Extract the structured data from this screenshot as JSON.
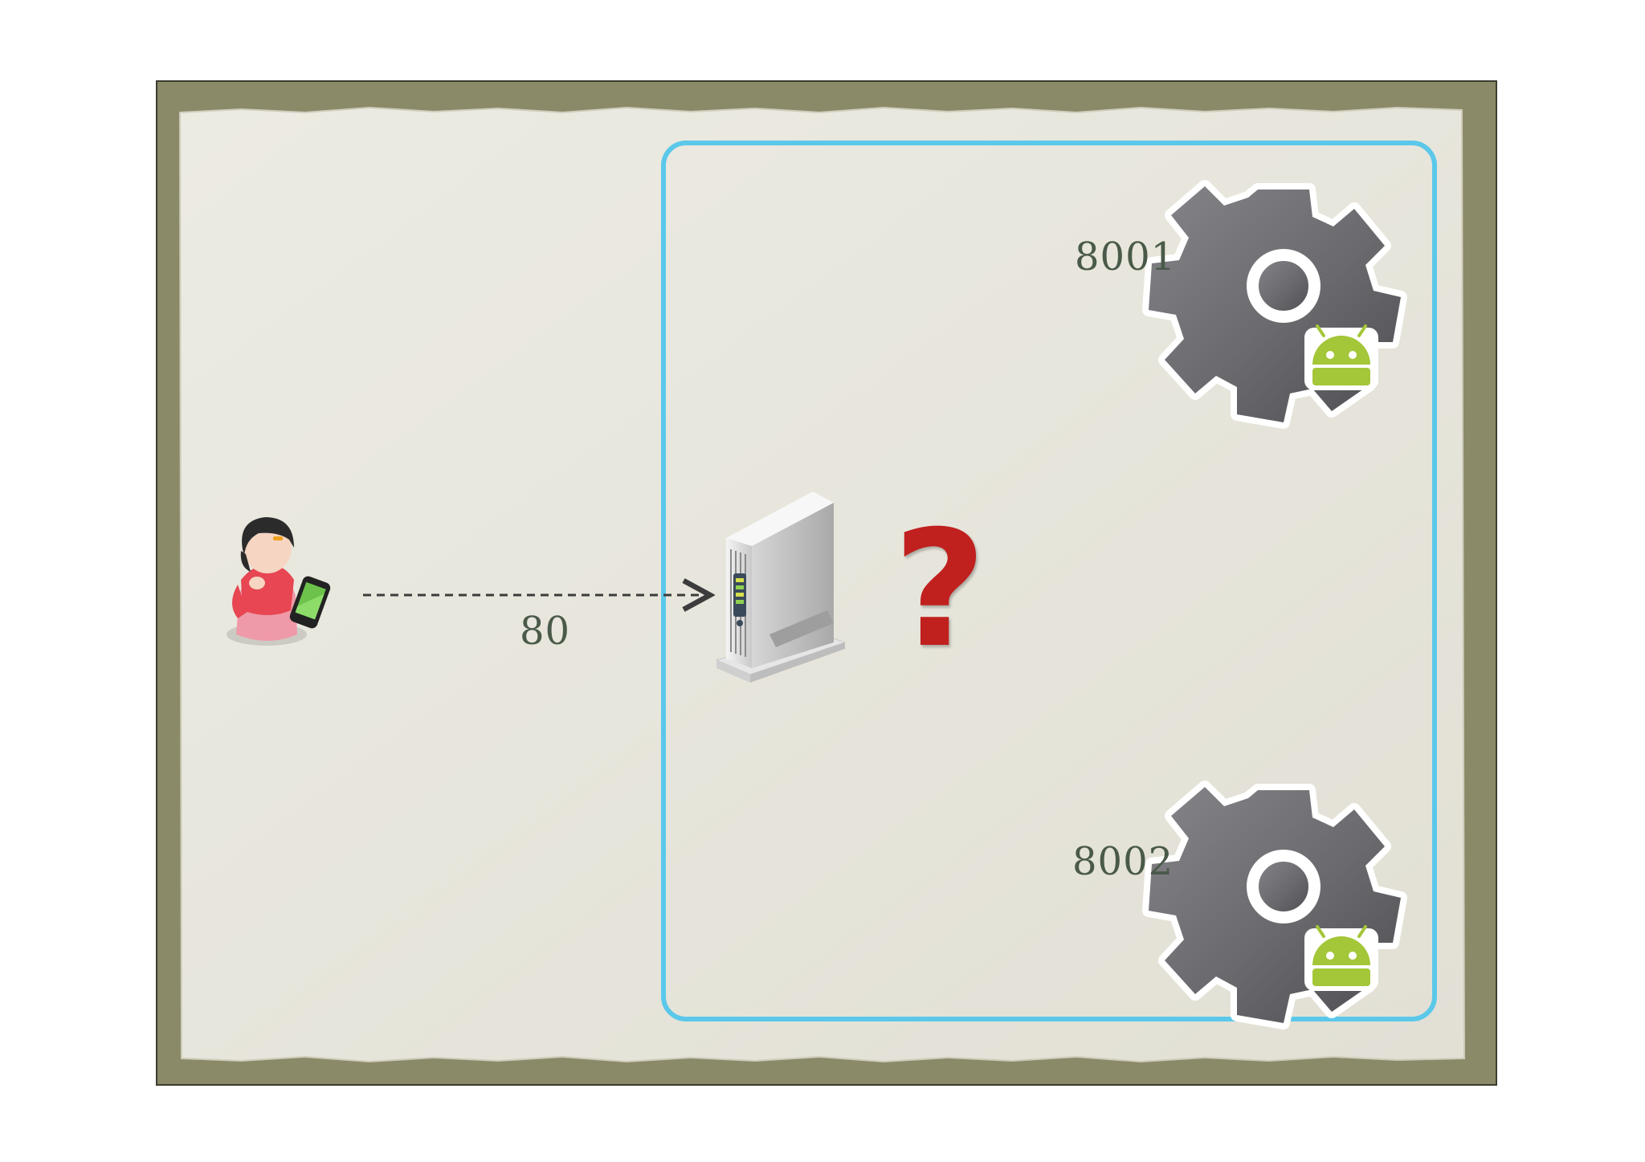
{
  "diagram": {
    "edge_label": "80",
    "symbol": "?",
    "services": [
      {
        "port": "8001"
      },
      {
        "port": "8002"
      }
    ],
    "colors": {
      "frame": "#8a8a68",
      "paper": "#e8e6dc",
      "region_border": "#5bc8ea",
      "question_mark": "#c0201e",
      "gear": "#6d6d70",
      "android": "#a4c639",
      "arrow": "#3c3c3c",
      "text": "#4a5a4a"
    },
    "icons": [
      "user-with-phone-icon",
      "server-icon",
      "gear-android-icon"
    ]
  }
}
